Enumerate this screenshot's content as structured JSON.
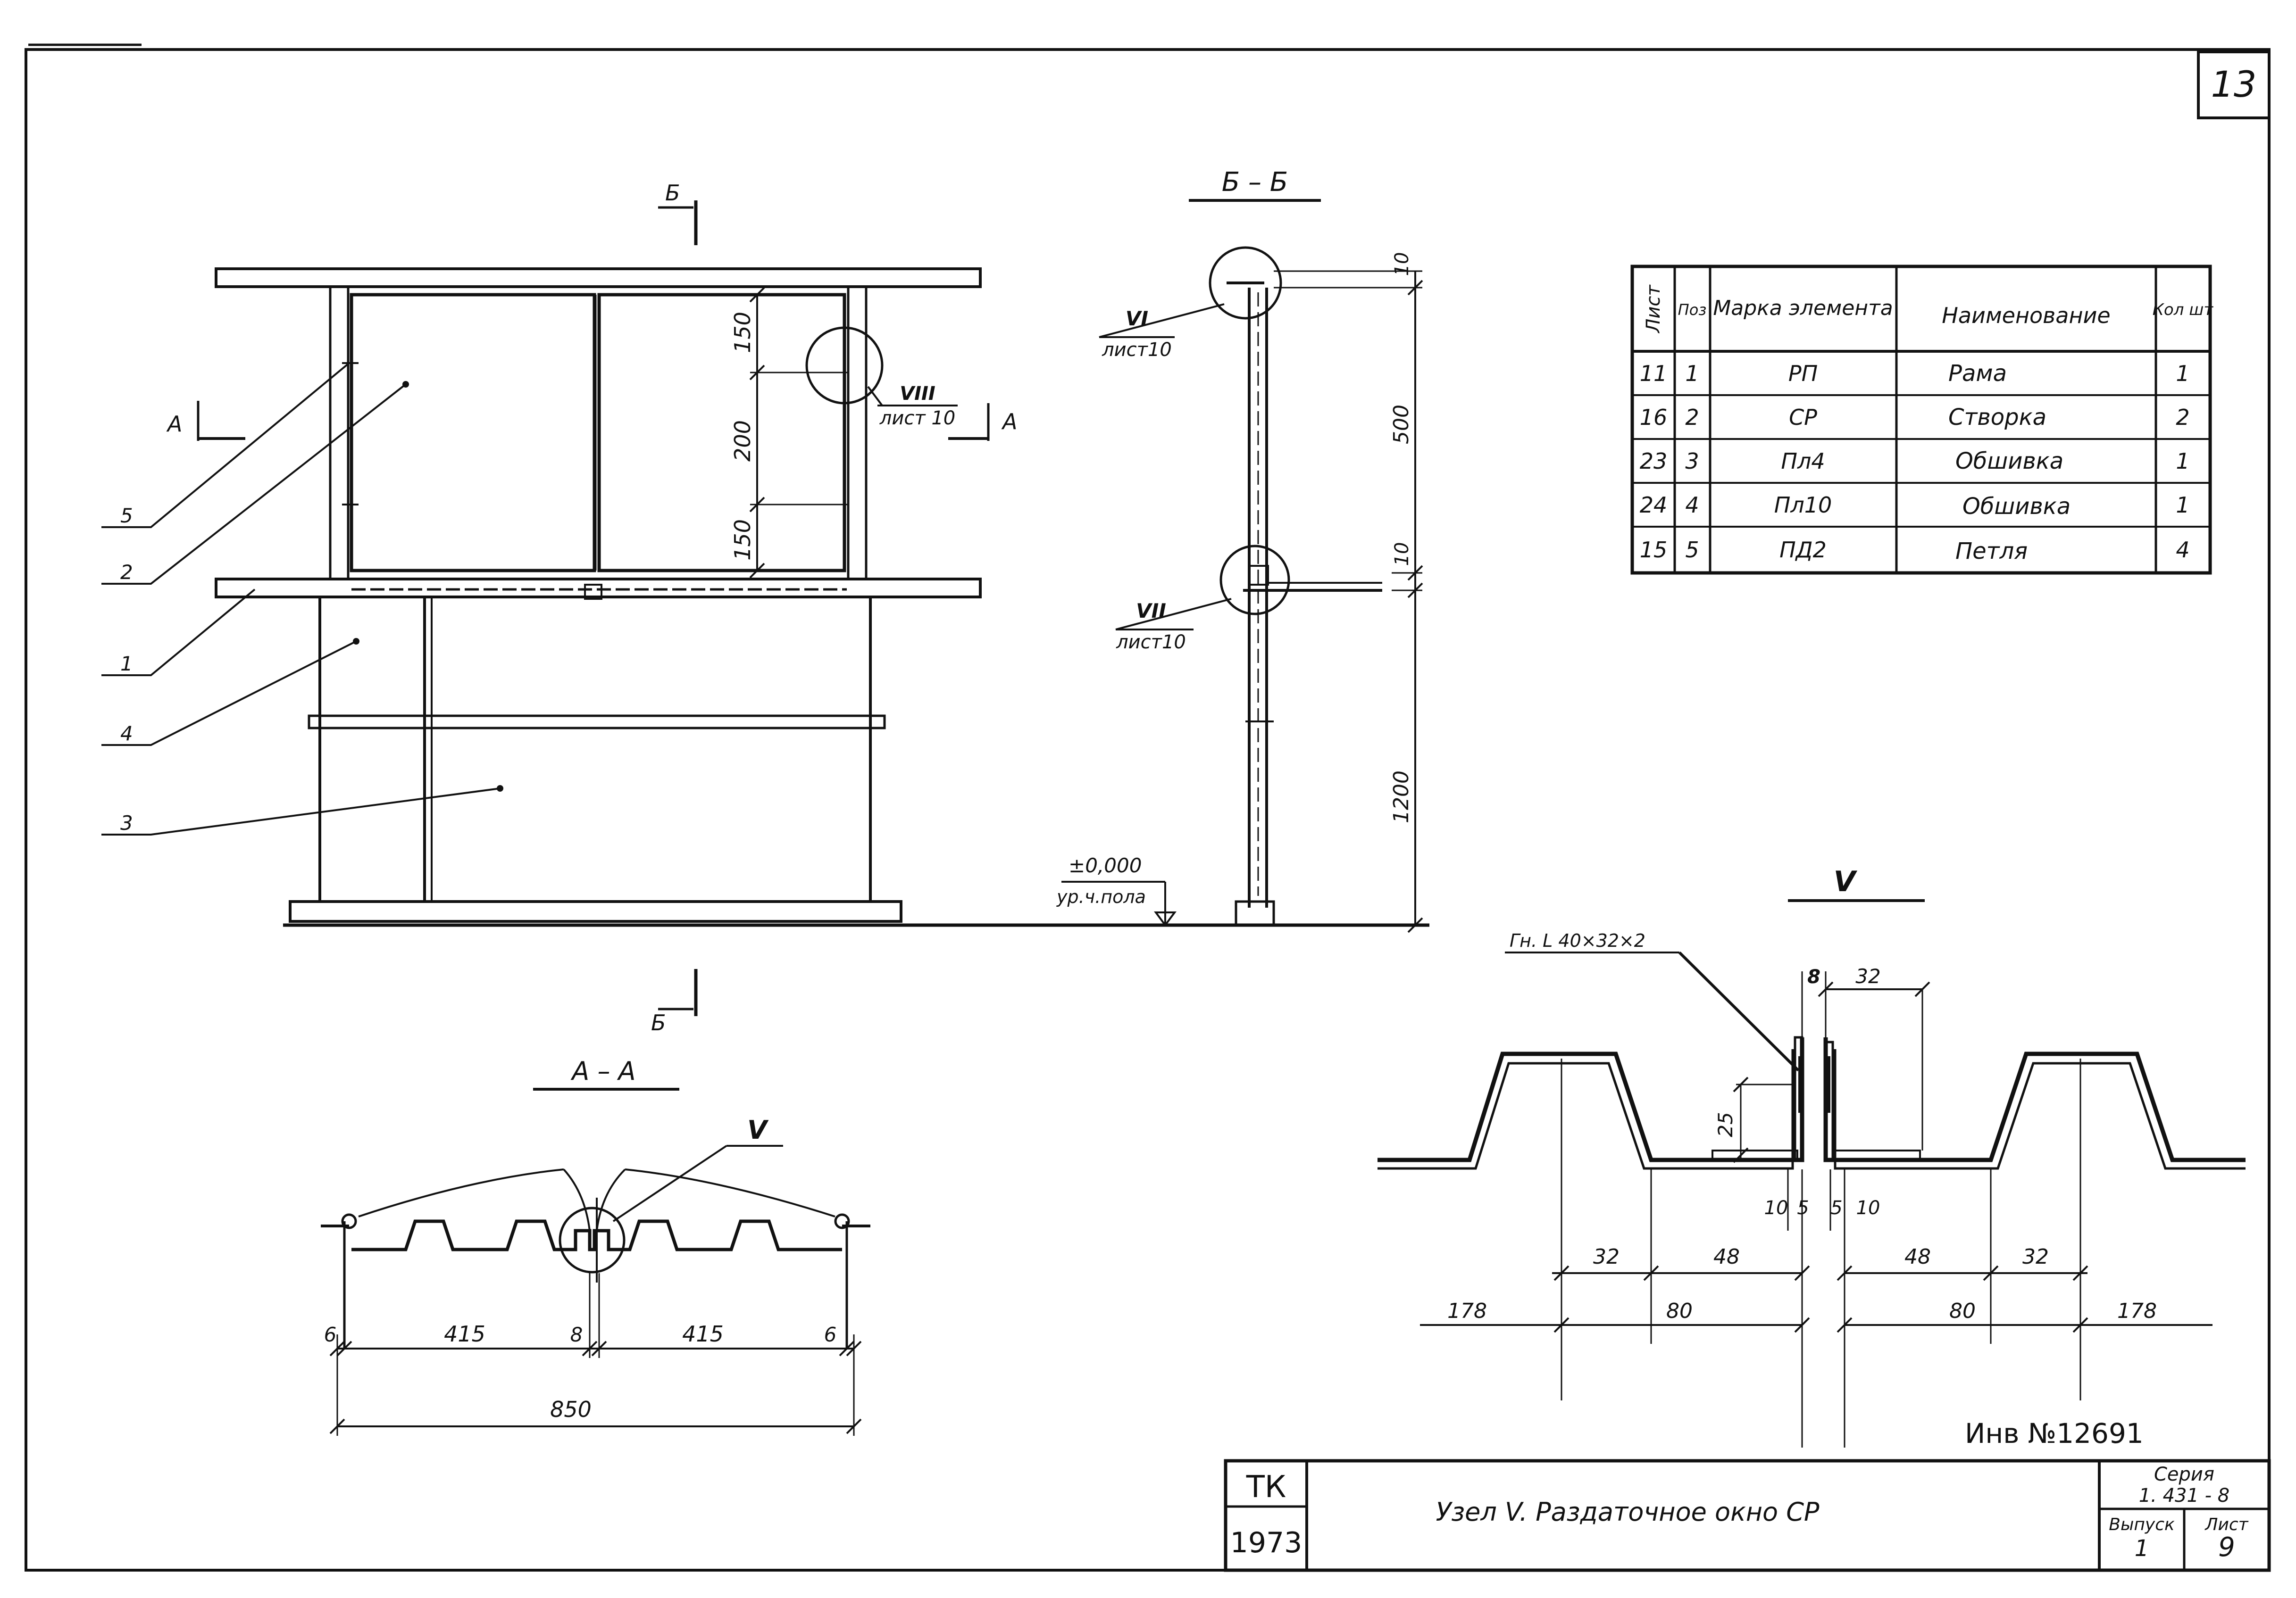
{
  "page_number": "13",
  "front_view": {
    "section_mark_top": "Б",
    "section_mark_bottom": "Б",
    "section_a_left": "А",
    "section_a_right": "А",
    "dim_150_top": "150",
    "dim_200": "200",
    "dim_150_bottom": "150",
    "callout_roman": "VIII",
    "callout_sheet": "лист 10",
    "positions": [
      "5",
      "2",
      "1",
      "4",
      "3"
    ]
  },
  "section_bb": {
    "title": "Б – Б",
    "callout_top_roman": "VI",
    "callout_top_sheet": "лист10",
    "callout_bottom_roman": "VII",
    "callout_bottom_sheet": "лист10",
    "dim_10_top": "10",
    "dim_500": "500",
    "dim_10_mid": "10",
    "dim_1200": "1200",
    "level_value": "±0,000",
    "level_label": "ур.ч.пола"
  },
  "spec_table": {
    "headers": [
      "Лист",
      "Поз",
      "Марка элемента",
      "Наименование",
      "Кол шт"
    ],
    "rows": [
      [
        "11",
        "1",
        "РП",
        "Рама",
        "1"
      ],
      [
        "16",
        "2",
        "СР",
        "Створка",
        "2"
      ],
      [
        "23",
        "3",
        "Пл4",
        "Обшивка",
        "1"
      ],
      [
        "24",
        "4",
        "Пл10",
        "Обшивка",
        "1"
      ],
      [
        "15",
        "5",
        "ПД2",
        "Петля",
        "4"
      ]
    ]
  },
  "section_aa": {
    "title": "А – А",
    "node_mark": "V",
    "dim_6_left": "6",
    "dim_415_left": "415",
    "dim_8": "8",
    "dim_415_right": "415",
    "dim_6_right": "6",
    "dim_850": "850"
  },
  "node_v": {
    "title": "V",
    "angle_label": "Гн. L 40×32×2",
    "dim_8": "8",
    "dim_32_top": "32",
    "dim_25": "25",
    "dim_10_left": "10",
    "dim_5_left": "5",
    "dim_5_right": "5",
    "dim_10_right": "10",
    "dim_32_left": "32",
    "dim_48_left": "48",
    "dim_48_right": "48",
    "dim_32_right": "32",
    "dim_178_left": "178",
    "dim_80_left": "80",
    "dim_80_right": "80",
    "dim_178_right": "178"
  },
  "inventory": "Инв №12691",
  "title_block": {
    "org": "ТК",
    "year": "1973",
    "title": "Узел V.  Раздаточное окно СР",
    "series_label": "Серия",
    "series_value": "1. 431 - 8",
    "issue_label": "Выпуск",
    "issue_value": "1",
    "sheet_label": "Лист",
    "sheet_value": "9"
  }
}
